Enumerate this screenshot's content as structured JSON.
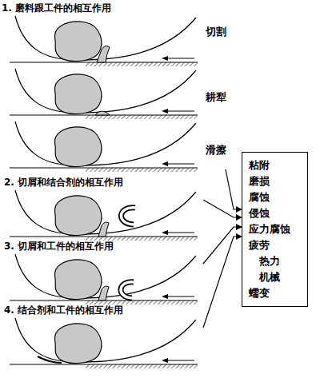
{
  "diagram": {
    "nodes": [
      {
        "text": [
          "1. 磨料跟工件的相互作用"
        ]
      },
      {
        "text": [
          "切割"
        ],
        "in": 0
      },
      {
        "text": [
          "耕犁"
        ],
        "in": 0
      },
      {
        "text": [
          "滑擦"
        ],
        "in": 0
      },
      {
        "text": [
          "2. 切屑和结合剂的相互作用"
        ]
      },
      {
        "text": [
          "3. 切屑和工件的相互作用"
        ]
      },
      {
        "text": [
          "4. 结合剂和工件的相互作用"
        ]
      },
      {
        "text": [
          "粘附",
          "磨损",
          "腐蚀",
          "侵蚀",
          "应力腐蚀",
          "疲劳",
          "热力",
          "机械",
          "蠕变"
        ]
      }
    ],
    "edges": [
      {
        "from": 3,
        "to": 7,
        "arrow": "to"
      },
      {
        "from": 4,
        "to": 7,
        "arrow": "to"
      },
      {
        "from": 5,
        "to": 7,
        "arrow": "to"
      },
      {
        "from": 6,
        "to": 7,
        "arrow": "to"
      }
    ]
  }
}
